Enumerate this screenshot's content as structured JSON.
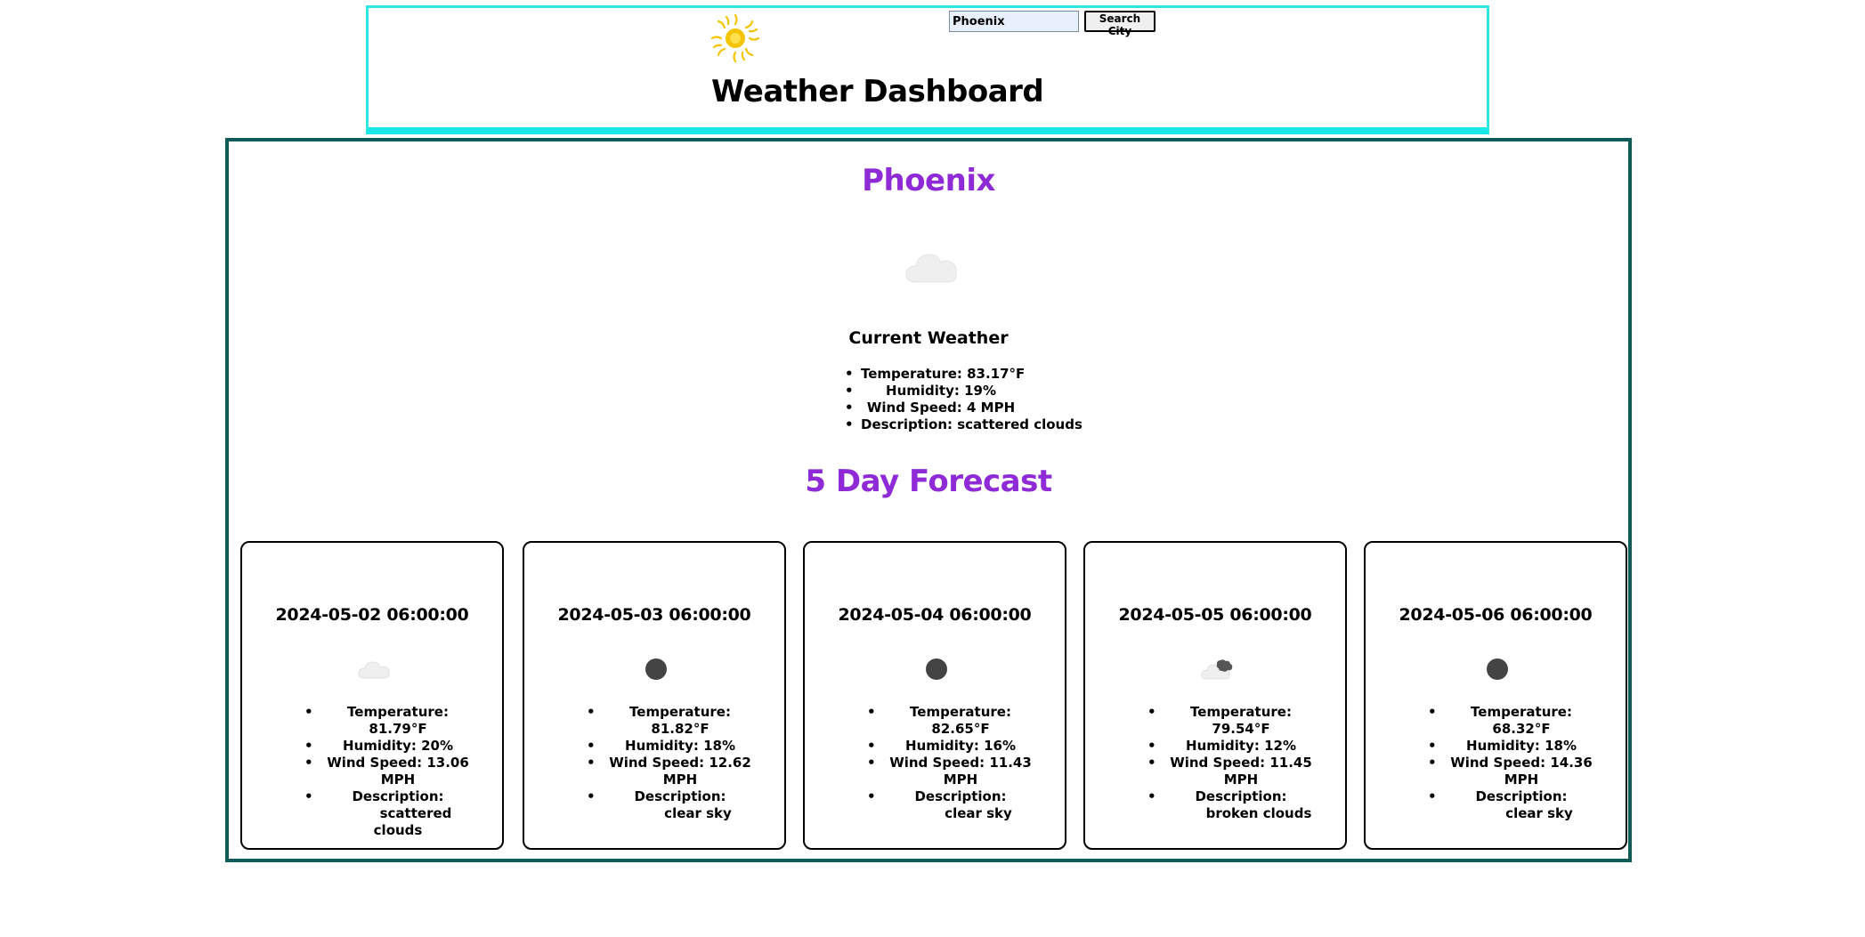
{
  "header": {
    "title": "Weather Dashboard",
    "logo_icon": "sun-icon",
    "search": {
      "value": "Phoenix",
      "placeholder": "",
      "button_label": "Search City"
    }
  },
  "current": {
    "city": "Phoenix",
    "icon": "cloud-icon",
    "heading": "Current Weather",
    "temperature": "Temperature: 83.17°F",
    "humidity": "Humidity: 19%",
    "wind": "Wind Speed: 4 MPH",
    "description": "Description: scattered clouds"
  },
  "forecast": {
    "heading": "5 Day Forecast",
    "days": [
      {
        "date": "2024-05-02 06:00:00",
        "icon": "cloud-icon",
        "temperature": "Temperature: 81.79°F",
        "humidity": "Humidity: 20%",
        "wind": "Wind Speed: 13.06 MPH",
        "description_label": "Description:",
        "description": "scattered clouds"
      },
      {
        "date": "2024-05-03 06:00:00",
        "icon": "clear-sky-icon",
        "temperature": "Temperature: 81.82°F",
        "humidity": "Humidity: 18%",
        "wind": "Wind Speed: 12.62 MPH",
        "description_label": "Description:",
        "description": "clear sky"
      },
      {
        "date": "2024-05-04 06:00:00",
        "icon": "clear-sky-icon",
        "temperature": "Temperature: 82.65°F",
        "humidity": "Humidity: 16%",
        "wind": "Wind Speed: 11.43 MPH",
        "description_label": "Description:",
        "description": "clear sky"
      },
      {
        "date": "2024-05-05 06:00:00",
        "icon": "broken-clouds-icon",
        "temperature": "Temperature: 79.54°F",
        "humidity": "Humidity: 12%",
        "wind": "Wind Speed: 11.45 MPH",
        "description_label": "Description:",
        "description": "broken clouds"
      },
      {
        "date": "2024-05-06 06:00:00",
        "icon": "clear-sky-icon",
        "temperature": "Temperature: 68.32°F",
        "humidity": "Humidity: 18%",
        "wind": "Wind Speed: 14.36 MPH",
        "description_label": "Description:",
        "description": "clear sky"
      }
    ]
  },
  "colors": {
    "header_border": "#1ae8e8",
    "main_border": "#0f5b5b",
    "accent_purple": "#8e2bd6",
    "sun": "#f5c400"
  }
}
